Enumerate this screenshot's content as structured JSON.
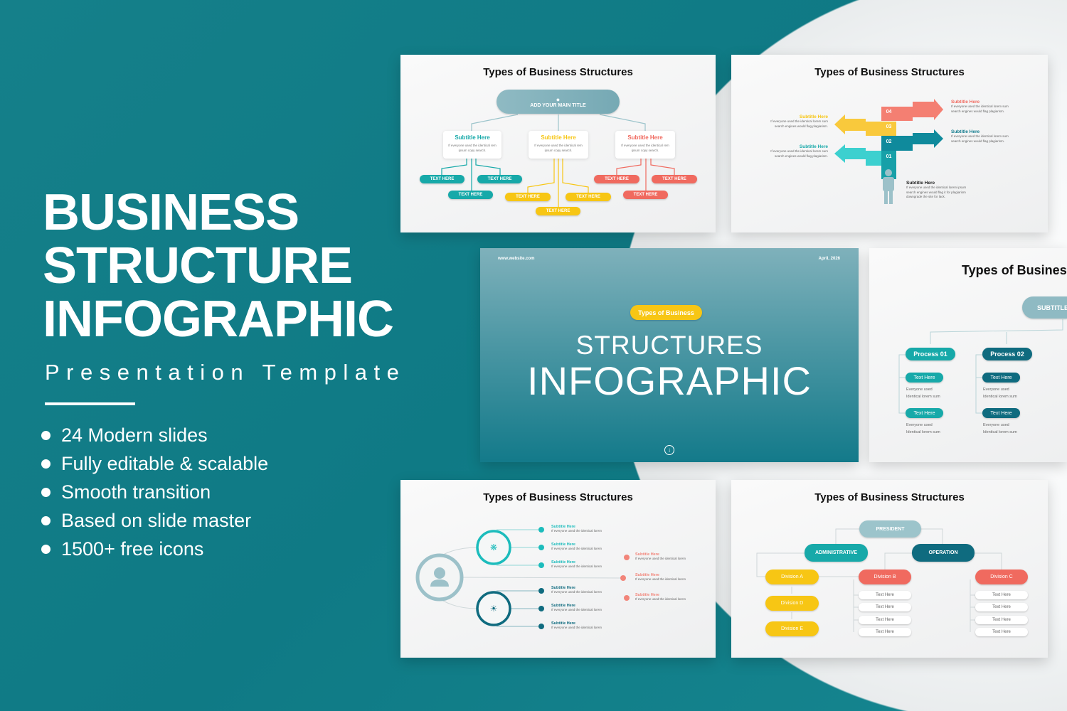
{
  "colors": {
    "background": "#137f89",
    "teal": "#17a9a9",
    "dark_teal": "#0f6b7f",
    "yellow": "#f7c614",
    "coral": "#f06a5f",
    "gray_teal": "#8fbac3"
  },
  "hero": {
    "title_lines": [
      "BUSINESS",
      "STRUCTURE",
      "INFOGRAPHIC"
    ],
    "subtitle": "Presentation Template",
    "features": [
      "24 Modern  slides",
      "Fully editable & scalable",
      "Smooth transition",
      "Based on slide master",
      "1500+ free icons"
    ]
  },
  "slides": {
    "s1": {
      "title": "Types of Business Structures",
      "main": "ADD YOUR MAIN TITLE",
      "card_sub": "Subtitle Here",
      "card_desc": "If everyone used the identical rem ipsum copy search.",
      "pill": "TEXT HERE"
    },
    "s2": {
      "title": "Types of Business Structures",
      "steps": [
        "04",
        "03",
        "02",
        "01"
      ],
      "sub": "Subtitle Here",
      "desc1": "If everyone used the identical lorem sum",
      "desc2": "search engines would flag plagiarism.",
      "bottom_sub": "Subtitle Here",
      "bottom_desc": [
        "If everyone used the identical lorem ipsum",
        "search engines would flag it for plagiarism",
        "downgrade the site for  lack."
      ]
    },
    "s3": {
      "website": "www.website.com",
      "date": "April, 2026",
      "badge": "Types of Business",
      "line1": "STRUCTURES",
      "line2": "INFOGRAPHIC",
      "icon": "arrow-down-circle"
    },
    "s4": {
      "title": "Types of Business Structures",
      "subtitle": "SUBTITLE",
      "process1": "Process 01",
      "process2": "Process 02",
      "text": "Text Here",
      "b1": "Everyone used",
      "b2": "Identical lorem sum"
    },
    "s5": {
      "title": "Types of Business Structures",
      "sub": "Subtitle Here",
      "desc": "If everyone used the identical lorem"
    },
    "s6": {
      "title": "Types of Business Structures",
      "president": "PRESIDENT",
      "admin": "ADMINISTRATIVE",
      "operation": "OPERATION",
      "divA": "Division A",
      "divB": "Division B",
      "divC": "Division C",
      "divD": "Division D",
      "divE": "Division E",
      "text": "Text Here"
    }
  }
}
